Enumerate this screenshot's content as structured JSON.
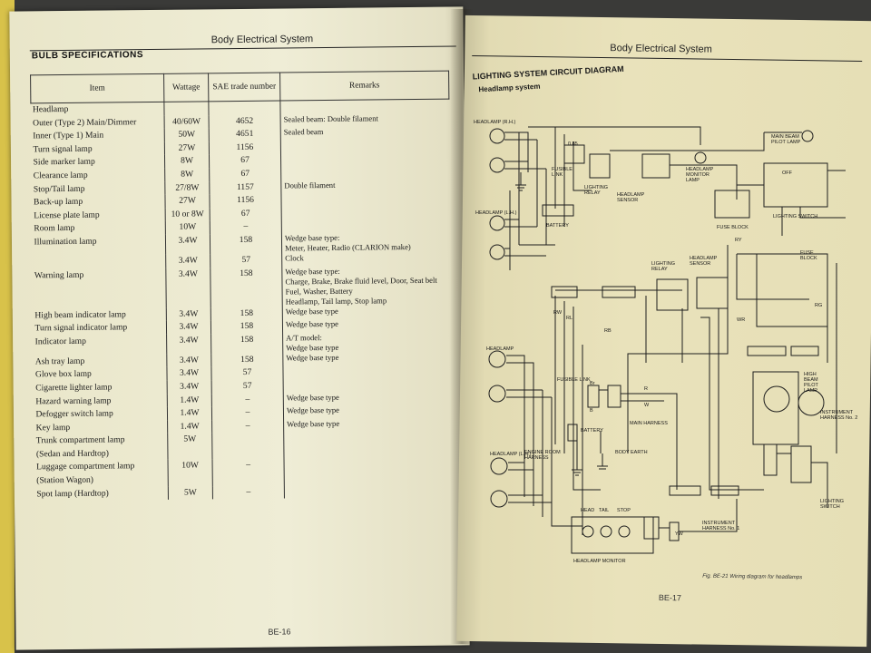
{
  "left_page": {
    "header": "Body Electrical System",
    "section_title": "BULB SPECIFICATIONS",
    "columns": [
      "Item",
      "Wattage",
      "SAE trade number",
      "Remarks"
    ],
    "rows": [
      {
        "item": "Headlamp",
        "wattage": "",
        "sae": "",
        "remarks": ""
      },
      {
        "item": "Outer (Type 2) Main/Dimmer",
        "wattage": "40/60W",
        "sae": "4652",
        "remarks": "Sealed beam: Double filament",
        "sub": true
      },
      {
        "item": "Inner (Type 1) Main",
        "wattage": "50W",
        "sae": "4651",
        "remarks": "Sealed beam",
        "sub": true
      },
      {
        "item": "Turn signal lamp",
        "wattage": "27W",
        "sae": "1156",
        "remarks": ""
      },
      {
        "item": "Side marker lamp",
        "wattage": "8W",
        "sae": "67",
        "remarks": ""
      },
      {
        "item": "Clearance lamp",
        "wattage": "8W",
        "sae": "67",
        "remarks": ""
      },
      {
        "item": "Stop/Tail lamp",
        "wattage": "27/8W",
        "sae": "1157",
        "remarks": "Double filament"
      },
      {
        "item": "Back-up lamp",
        "wattage": "27W",
        "sae": "1156",
        "remarks": ""
      },
      {
        "item": "License plate lamp",
        "wattage": "10 or 8W",
        "sae": "67",
        "remarks": ""
      },
      {
        "item": "Room lamp",
        "wattage": "10W",
        "sae": "–",
        "remarks": ""
      },
      {
        "item": "Illumination lamp",
        "wattage": "3.4W",
        "sae": "158",
        "remarks": "Wedge base type:\nMeter, Heater, Radio (CLARION make)"
      },
      {
        "item": "",
        "wattage": "3.4W",
        "sae": "57",
        "remarks": "Clock"
      },
      {
        "item": "Warning lamp",
        "wattage": "3.4W",
        "sae": "158",
        "remarks": "Wedge base type:\nCharge, Brake, Brake fluid level, Door, Seat belt\nFuel, Washer, Battery\nHeadlamp, Tail lamp, Stop lamp"
      },
      {
        "item": "High beam indicator lamp",
        "wattage": "3.4W",
        "sae": "158",
        "remarks": "Wedge base type"
      },
      {
        "item": "Turn signal indicator lamp",
        "wattage": "3.4W",
        "sae": "158",
        "remarks": "Wedge base type"
      },
      {
        "item": "Indicator lamp",
        "wattage": "3.4W",
        "sae": "158",
        "remarks": "A/T model:\nWedge base type"
      },
      {
        "item": "Ash tray lamp",
        "wattage": "3.4W",
        "sae": "158",
        "remarks": "Wedge base type"
      },
      {
        "item": "Glove box lamp",
        "wattage": "3.4W",
        "sae": "57",
        "remarks": ""
      },
      {
        "item": "Cigarette lighter lamp",
        "wattage": "3.4W",
        "sae": "57",
        "remarks": ""
      },
      {
        "item": "Hazard warning lamp",
        "wattage": "1.4W",
        "sae": "–",
        "remarks": "Wedge base type"
      },
      {
        "item": "Defogger switch lamp",
        "wattage": "1.4W",
        "sae": "–",
        "remarks": "Wedge base type"
      },
      {
        "item": "Key lamp",
        "wattage": "1.4W",
        "sae": "–",
        "remarks": "Wedge base type"
      },
      {
        "item": "Trunk compartment lamp\n(Sedan and Hardtop)",
        "wattage": "5W",
        "sae": "",
        "remarks": ""
      },
      {
        "item": "Luggage compartment lamp\n(Station Wagon)",
        "wattage": "10W",
        "sae": "–",
        "remarks": ""
      },
      {
        "item": "Spot lamp (Hardtop)",
        "wattage": "5W",
        "sae": "–",
        "remarks": ""
      }
    ],
    "page_number": "BE-16"
  },
  "right_page": {
    "header": "Body Electrical System",
    "section_title": "LIGHTING SYSTEM CIRCUIT DIAGRAM",
    "subtitle": "Headlamp system",
    "labels": {
      "headlamp_rh": "HEADLAMP (R.H.)",
      "headlamp_lh": "HEADLAMP (L.H.)",
      "headlamp": "HEADLAMP",
      "main_beam_pilot": "MAIN BEAM\nPILOT LAMP",
      "fusible_link": "FUSIBLE\nLINK",
      "fusible_link_2": "FUSIBLE LINK",
      "lighting_relay": "LIGHTING\nRELAY",
      "headlamp_monitor_lamp": "HEADLAMP\nMONITOR\nLAMP",
      "headlamp_sensor": "HEADLAMP\nSENSOR",
      "battery": "BATTERY",
      "fuse_block": "FUSE BLOCK",
      "fuse_block_2": "FUSE\nBLOCK",
      "lighting_switch": "LIGHTING SWITCH",
      "lighting_switch_2": "LIGHTING\nSWITCH",
      "lighting_relay_2": "LIGHTING\nRELAY",
      "headlamp_sensor_2": "HEADLAMP\nSENSOR",
      "engine_room_harness": "ENGINE ROOM\nHARNESS",
      "main_harness": "MAIN HARNESS",
      "body_earth": "BODY EARTH",
      "high_beam_pilot": "HIGH\nBEAM\nPILOT\nLAMP",
      "instrument_harness_2": "INSTRUMENT\nHARNESS No. 2",
      "instrument_harness_1": "INSTRUMENT\nHARNESS No. 1",
      "headlamp_monitor": "HEADLAMP MONITOR",
      "head": "HEAD",
      "tail": "TAIL",
      "stop": "STOP",
      "wire_r": "R",
      "wire_w": "W",
      "wire_rw": "RW",
      "wire_rl": "RL",
      "wire_rb": "RB",
      "wire_ry": "RY",
      "wire_wr": "WR",
      "wire_yw": "YW",
      "wire_rg": "RG",
      "wire_br": "Br",
      "wire_b": "B",
      "fuse_085": "0.85",
      "off": "OFF"
    },
    "caption": "Fig. BE-21  Wiring diagram for headlamps",
    "page_number": "BE-17"
  }
}
